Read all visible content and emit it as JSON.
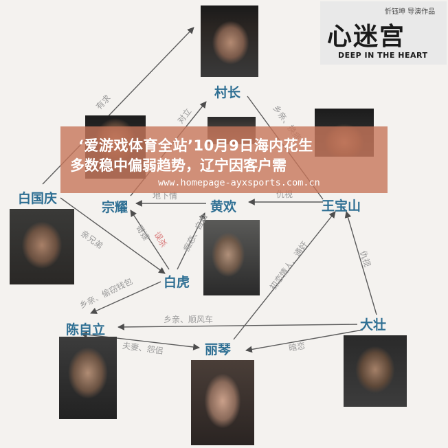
{
  "logo": {
    "subtitle": "忻钰坤 导演作品",
    "title": "心迷宫",
    "english": "DEEP IN THE HEART"
  },
  "banner": {
    "line1": "‘爱游戏体育全站’10月9日海内花生",
    "line2": "多数稳中偏弱趋势，辽宁因客户需",
    "url": "www.homepage-ayxsports.com.cn"
  },
  "characters": {
    "cunzhang": "村长",
    "baiguoqing": "白国庆",
    "zongyao": "宗耀",
    "huanghuan": "黄欢",
    "wangbaoshan": "王宝山",
    "baihu": "白虎",
    "chenzili": "陈自立",
    "liqin": "丽琴",
    "dazhuang": "大壮"
  },
  "relations": {
    "youqiu": "有求",
    "duili": "对立",
    "xiangqin_huanbing": "乡亲、换病",
    "dixiaqing": "地下情",
    "chousi": "仇视",
    "qinxiongdi": "亲兄弟",
    "langjiu": "哥嫂",
    "wuhui": "误杀",
    "lianrou_ziyou": "痴恋、自由",
    "chulian_tongjian": "初恋情人、通奸",
    "choushi2": "仇视",
    "xiangqin_touqiaobao": "乡亲、偷窃钱包",
    "xiangqin_shunfengche": "乡亲、顺风车",
    "fuqi_yuanlv": "夫妻、怨侣",
    "anlian": "暗恋"
  }
}
